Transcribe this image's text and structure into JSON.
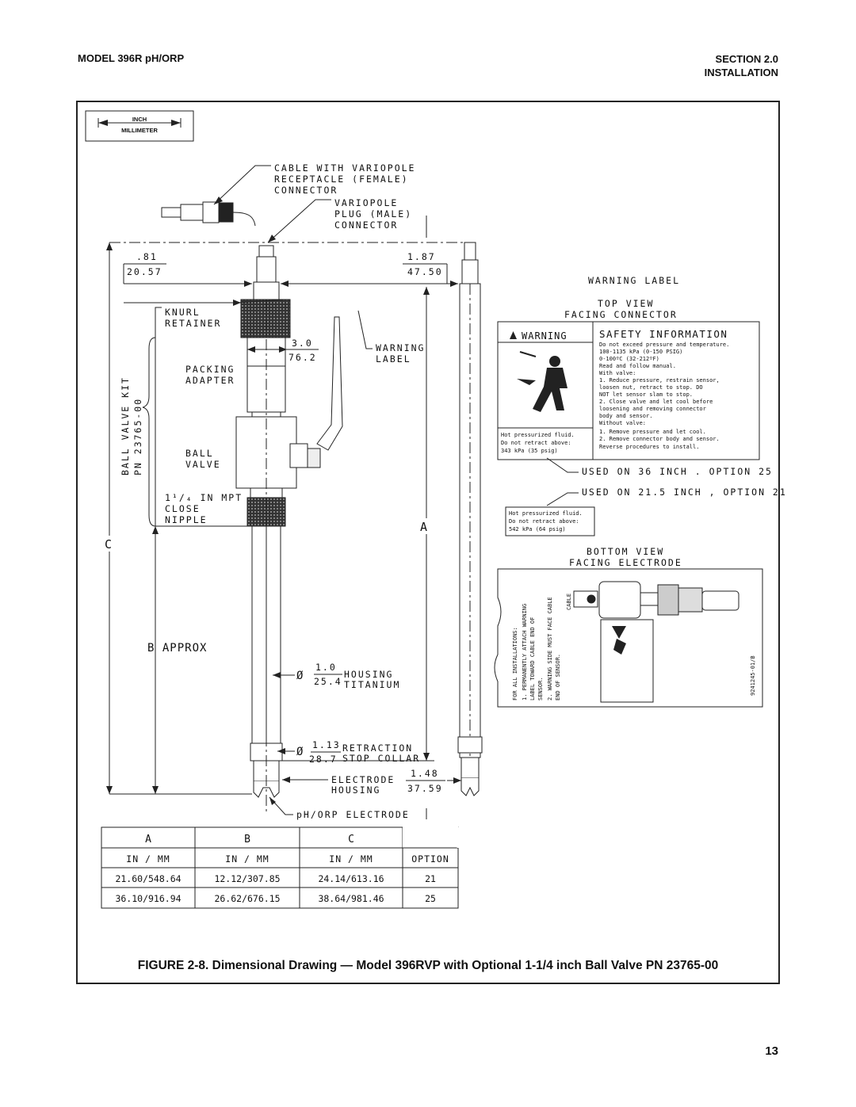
{
  "header": {
    "model": "MODEL 396R pH/ORP",
    "section": "SECTION 2.0",
    "section_name": "INSTALLATION"
  },
  "units_legend": {
    "top": "INCH",
    "bottom": "MILLIMETER"
  },
  "drawing_labels": {
    "cable_line1": "CABLE WITH VARIOPOLE",
    "cable_line2": "RECEPTACLE (FEMALE)",
    "cable_line3": "CONNECTOR",
    "plug_line1": "VARIOPOLE",
    "plug_line2": "PLUG (MALE)",
    "plug_line3": "CONNECTOR",
    "dim_left_in": ".81",
    "dim_left_mm": "20.57",
    "dim_right_in": "1.87",
    "dim_right_mm": "47.50",
    "knurl_line1": "KNURL",
    "knurl_line2": "RETAINER",
    "dim_30_in": "3.0",
    "dim_30_mm": "76.2",
    "warning_label_line1": "WARNING",
    "warning_label_line2": "LABEL",
    "packing_line1": "PACKING",
    "packing_line2": "ADAPTER",
    "kit_line1": "BALL VALVE KIT",
    "kit_line2": "PN 23765-00",
    "ball_line1": "BALL",
    "ball_line2": "VALVE",
    "nipple_line1": "1¹/₄ IN MPT",
    "nipple_line2": "CLOSE",
    "nipple_line3": "NIPPLE",
    "dim_c": "C",
    "dim_a": "A",
    "dim_b": "B APPROX",
    "housing_sym": "Ø",
    "housing_in": "1.0",
    "housing_mm": "25.4",
    "housing_line1": "HOUSING",
    "housing_line2": "TITANIUM",
    "collar_sym": "Ø",
    "collar_in": "1.13",
    "collar_mm": "28.7",
    "collar_line1": "RETRACTION",
    "collar_line2": "STOP COLLAR",
    "electrode_line1": "ELECTRODE",
    "electrode_line2": "HOUSING",
    "electrode_in": "1.48",
    "electrode_mm": "37.59",
    "ph_electrode": "pH/ORP ELECTRODE"
  },
  "warning_panel": {
    "title": "WARNING LABEL",
    "top_view_line1": "TOP VIEW",
    "top_view_line2": "FACING CONNECTOR",
    "warning_word": "WARNING",
    "safety_info": "SAFETY INFORMATION",
    "info_lines": [
      "Do not exceed pressure and temperature.",
      "100-1135 kPa (0-150 PSIG)",
      "0-100ºC (32-212ºF)",
      "Read and follow manual.",
      "With valve:",
      "1. Reduce pressure, restrain sensor,",
      "   loosen nut, retract to stop. DO",
      "   NOT let sensor slam to stop.",
      "2. Close valve and let cool before",
      "   loosening and removing connector",
      "   body and sensor.",
      "Without valve:",
      "1. Remove pressure and let cool.",
      "2. Remove connector body and sensor.",
      "Reverse procedures to install."
    ],
    "hot_fluid_36": [
      "Hot pressurized fluid.",
      "Do not retract above:",
      "343 kPa (35 psig)"
    ],
    "used_36": "USED ON 36 INCH . OPTION 25",
    "used_215": "USED ON 21.5 INCH , OPTION 21",
    "hot_fluid_215": [
      "Hot pressurized fluid.",
      "Do not retract above:",
      "542 kPa (64 psig)"
    ],
    "bottom_view_line1": "BOTTOM VIEW",
    "bottom_view_line2": "FACING ELECTRODE",
    "install_lines": [
      "FOR ALL INSTALLATIONS:",
      "1. PERMANENTLY ATTACH WARNING",
      "LABEL TOWARD CABLE END OF",
      "SENSOR.",
      "2. WARNING SIDE MUST FACE CABLE",
      "END OF SENSOR."
    ],
    "cable_word": "CABLE",
    "part_no": "9241245-01/B"
  },
  "table": {
    "headers": [
      "A",
      "B",
      "C"
    ],
    "subheaders": [
      "IN / MM",
      "IN / MM",
      "IN / MM",
      "OPTION"
    ],
    "rows": [
      [
        "21.60/548.64",
        "12.12/307.85",
        "24.14/613.16",
        "21"
      ],
      [
        "36.10/916.94",
        "26.62/676.15",
        "38.64/981.46",
        "25"
      ]
    ]
  },
  "caption": "FIGURE 2-8. Dimensional Drawing — Model 396RVP with Optional 1-1/4 inch Ball Valve PN 23765-00",
  "page_number": "13"
}
